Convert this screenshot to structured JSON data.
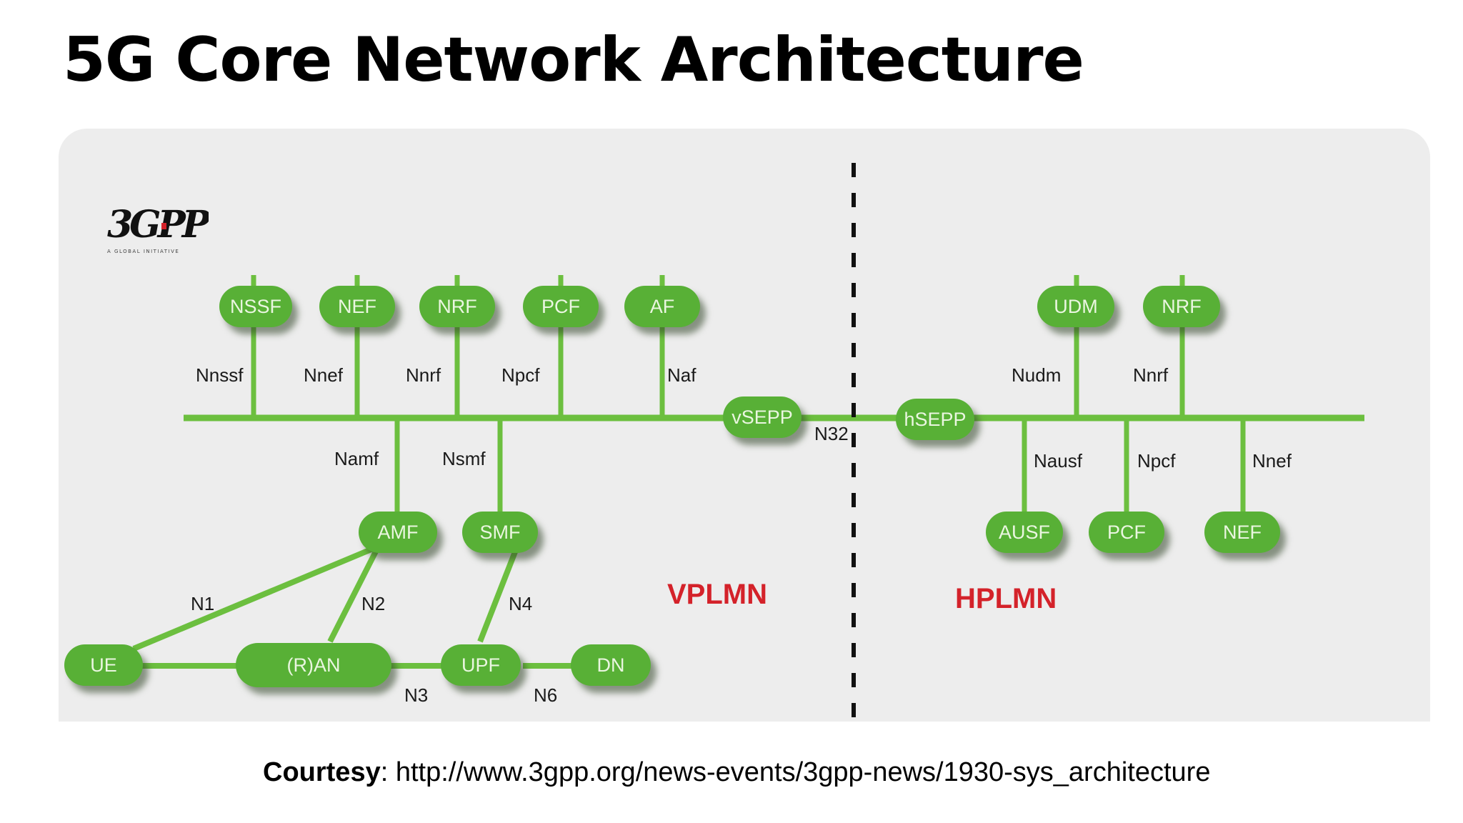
{
  "title": "5G Core Network Architecture",
  "logo": {
    "icon": "3gpp-logo",
    "text": "3GPP",
    "tagline": "A GLOBAL INITIATIVE"
  },
  "colors": {
    "node_fill": "#58b036",
    "line": "#6cbf3f",
    "plmn_label": "#d4222a",
    "panel_bg": "#ededed"
  },
  "nodes": {
    "nssf": "NSSF",
    "nef_v": "NEF",
    "nrf_v": "NRF",
    "pcf_v": "PCF",
    "af": "AF",
    "vsepp": "vSEPP",
    "hsepp": "hSEPP",
    "udm": "UDM",
    "nrf_h": "NRF",
    "amf": "AMF",
    "smf": "SMF",
    "ausf": "AUSF",
    "pcf_h": "PCF",
    "nef_h": "NEF",
    "ue": "UE",
    "ran": "(R)AN",
    "upf": "UPF",
    "dn": "DN"
  },
  "interfaces": {
    "nnssf": "Nnssf",
    "nnef_v": "Nnef",
    "nnrf_v": "Nnrf",
    "npcf_v": "Npcf",
    "naf": "Naf",
    "namf": "Namf",
    "nsmf": "Nsmf",
    "n32": "N32",
    "nudm": "Nudm",
    "nnrf_h": "Nnrf",
    "nausf": "Nausf",
    "npcf_h": "Npcf",
    "nnef_h": "Nnef",
    "n1": "N1",
    "n2": "N2",
    "n4": "N4",
    "n3": "N3",
    "n6": "N6"
  },
  "regions": {
    "visited": "VPLMN",
    "home": "HPLMN"
  },
  "courtesy": {
    "label": "Courtesy",
    "url": ": http://www.3gpp.org/news-events/3gpp-news/1930-sys_architecture"
  }
}
